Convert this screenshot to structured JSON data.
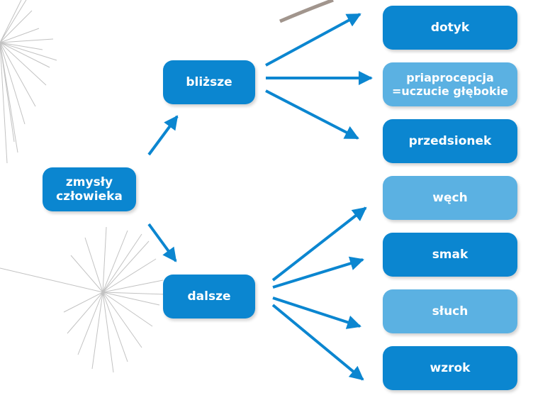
{
  "diagram": {
    "root": "zmysły\nczłowieka",
    "near": "bliższe",
    "far": "dalsze",
    "near_children": [
      "dotyk",
      "priaprocepcja\n=uczucie głębokie",
      "przedsionek"
    ],
    "far_children": [
      "węch",
      "smak",
      "słuch",
      "wzrok"
    ]
  },
  "colors": {
    "node_dark": "#0b86d0",
    "node_light": "#5bb1e2",
    "arrow": "#0b86d0"
  }
}
